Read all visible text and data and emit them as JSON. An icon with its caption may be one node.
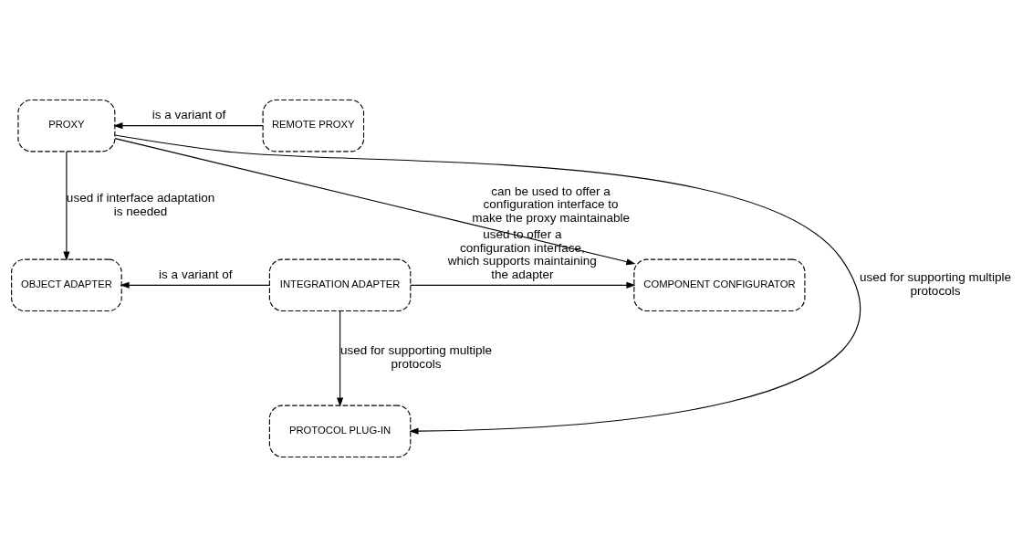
{
  "diagram": {
    "nodes": [
      {
        "text": [
          "PROXY"
        ]
      },
      {
        "text": [
          "REMOTE PROXY"
        ]
      },
      {
        "text": [
          "OBJECT ADAPTER"
        ]
      },
      {
        "text": [
          "INTEGRATION ADAPTER"
        ]
      },
      {
        "text": [
          "COMPONENT CONFIGURATOR"
        ]
      },
      {
        "text": [
          "PROTOCOL PLUG-IN"
        ]
      }
    ],
    "edges": [
      {
        "from": 1,
        "to": 0,
        "arrow": "to",
        "label": "is a variant of"
      },
      {
        "from": 0,
        "to": 4,
        "arrow": "to",
        "label": "can be used to offer a configuration interface to make the proxy maintainable"
      },
      {
        "from": 0,
        "to": 2,
        "arrow": "to",
        "label": "used if interface adaptation is needed"
      },
      {
        "from": 3,
        "to": 2,
        "arrow": "to",
        "label": "is a variant of"
      },
      {
        "from": 3,
        "to": 4,
        "arrow": "to",
        "label": "used to offer a configuration interface, which supports maintaining the adapter"
      },
      {
        "from": 0,
        "to": 5,
        "arrow": "to",
        "label": "used for supporting multiple protocols"
      },
      {
        "from": 3,
        "to": 5,
        "arrow": "to",
        "label": "used for supporting multiple protocols"
      }
    ]
  }
}
